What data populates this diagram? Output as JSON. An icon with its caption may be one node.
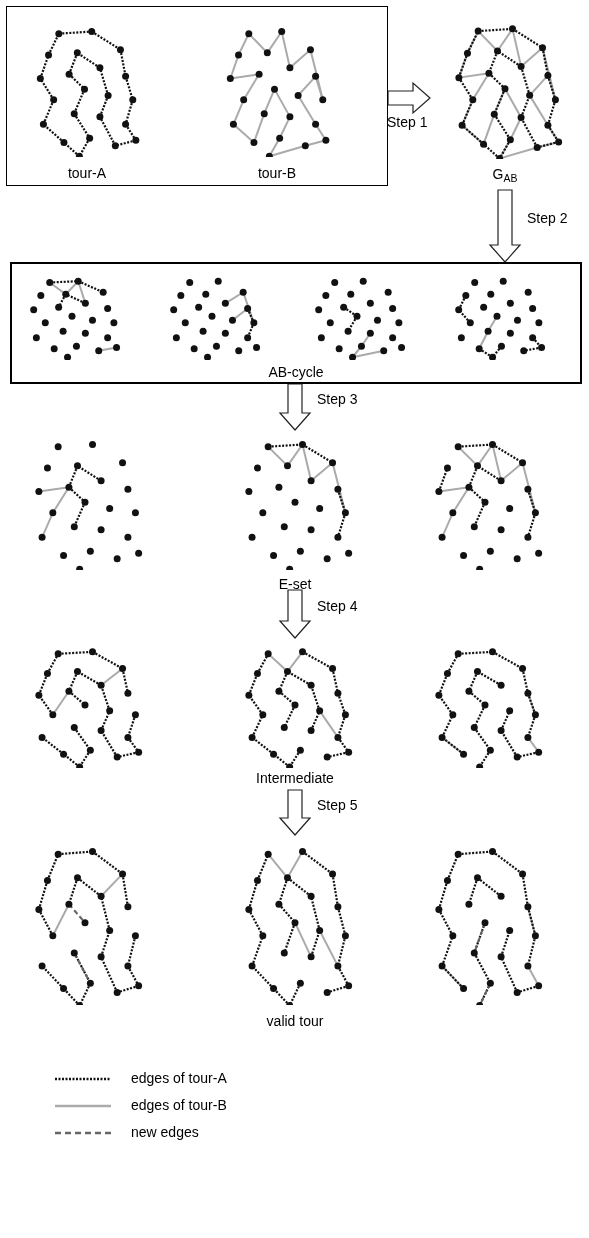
{
  "diagram": {
    "nodes": [
      {
        "text": [],
        "shape": "box"
      },
      {
        "text": [
          "tour-A"
        ],
        "in": 0
      },
      {
        "text": [
          "tour-B"
        ],
        "in": 0
      },
      {
        "text": [
          "G$_{AB}$"
        ]
      },
      {
        "text": [
          "AB-cycle"
        ]
      },
      {
        "text": [
          "E-set"
        ]
      },
      {
        "text": [
          "Intermediate"
        ]
      },
      {
        "text": [
          "valid tour"
        ]
      }
    ],
    "edges": [
      {
        "from": 0,
        "to": 3,
        "arrow": "to",
        "label": "Step 1"
      },
      {
        "from": 3,
        "to": 4,
        "arrow": "to",
        "label": "Step 2"
      },
      {
        "from": 4,
        "to": 5,
        "arrow": "to",
        "label": "Step 3"
      },
      {
        "from": 5,
        "to": 6,
        "arrow": "to",
        "label": "Step 4"
      },
      {
        "from": 6,
        "to": 7,
        "arrow": "to",
        "label": "Step 5"
      }
    ],
    "legend": [
      {
        "text": "edges of tour-A"
      },
      {
        "text": "edges of tour-B"
      },
      {
        "text": "new edges"
      }
    ]
  }
}
